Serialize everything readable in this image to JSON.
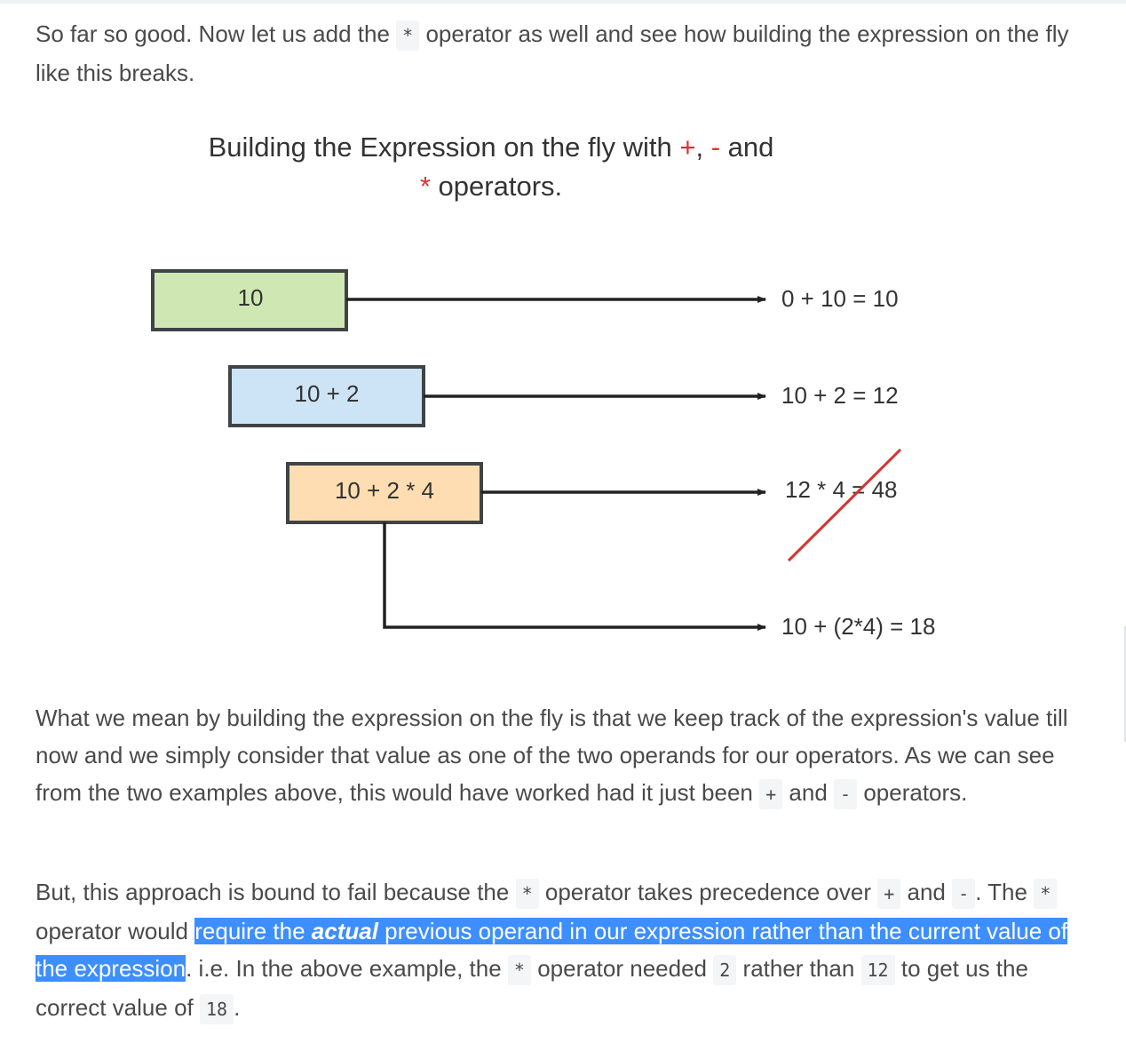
{
  "intro": {
    "t1": "So far so good. Now let us add the",
    "op": "*",
    "t2": "operator as well and see how building the expression on the fly like this breaks."
  },
  "figure": {
    "title_part1": "Building the Expression on the fly with ",
    "title_plus": "+",
    "title_comma": ", ",
    "title_minus": "-",
    "title_and": " and",
    "title_star": "*",
    "title_part2": " operators.",
    "boxes": [
      {
        "label": "10",
        "result": "0 + 10 = 10"
      },
      {
        "label": "10 + 2",
        "result": "10 + 2 = 12"
      },
      {
        "label": "10 + 2 * 4",
        "result": "12 * 4 = 48"
      }
    ],
    "correct_result": "10 + (2*4) = 18",
    "colors": {
      "box1": "#cfe7b3",
      "box2": "#cde4f6",
      "box3": "#fdddb1",
      "red": "#d63333",
      "border": "#404347"
    }
  },
  "para2": {
    "t1": "What we mean by building the expression on the fly is that we keep track of the expression's value till now and we simply consider that value as one of the two operands for our operators. As we can see from the two examples above, this would have worked had it just been",
    "plus": "+",
    "and": "and",
    "minus": "-",
    "t2": "operators."
  },
  "para3": {
    "t1": "But, this approach is bound to fail because the",
    "star1": "*",
    "t2": "operator takes precedence over",
    "plus": "+",
    "and": "and",
    "minus": "-",
    "t3": ". The",
    "star2": "*",
    "t4": "operator would",
    "hl1": "require the",
    "hl_bold": "actual",
    "hl2": "previous operand in our expression rather than the current value of the expression",
    "t5": ". i.e. In the above example, the",
    "star3": "*",
    "t6": "operator needed",
    "two": "2",
    "t7": "rather than",
    "twelve": "12",
    "t8": "to get us the correct value of",
    "eighteen": "18",
    "t9": "."
  }
}
